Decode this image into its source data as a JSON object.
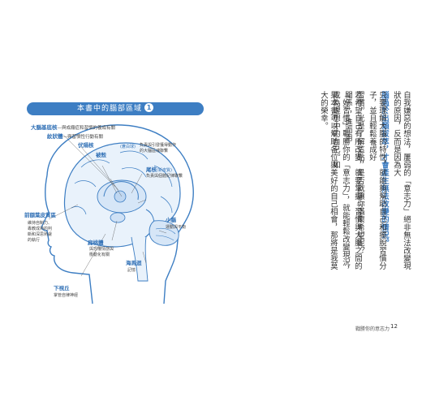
{
  "banner": {
    "title": "本書中的腦部區域",
    "number": "1"
  },
  "labels": {
    "basal_ganglia": "大腦基底核",
    "basal_ganglia_desc": "與成癮症和習慣的養成有關",
    "striatum": "紋狀體",
    "striatum_desc": "與習慣性行動有關",
    "globus": "伏隔核",
    "caudate": "被殼",
    "reward_bracket": "(蒼白球)",
    "reward_desc": "負責與引發獲得動作的大腦區塊聯繫",
    "cortex": "尾核",
    "cortex_bracket": "(新皮質)",
    "cortex_desc": "負責與個體紀律聯繫",
    "prefrontal": "前額葉皮質區",
    "prefrontal_desc": "維持自制力、專教成熟的判斷和深思熟慮的執行",
    "amygdala": "扁桃體",
    "amygdala_desc": "與恐懼情感與衝動化有關",
    "cerebellum": "小腦",
    "cerebellum_desc": "運動與平衡",
    "hippocampus": "海馬迴",
    "hippocampus_desc": "記憶",
    "hypothalamus": "下視丘",
    "hypothalamus_desc": "掌管自律神經"
  },
  "text_columns": [
    {
      "text": "自我嫌惡的想法，屢弱的「意志力」絕非無法改變現狀的原因，反而是因為大",
      "highlight": false
    },
    {
      "text": "腦過於出類拔萃，才會產生無法改變的情況。",
      "highlight": true
    },
    {
      "text": "只要理解大腦的特性，就能夠幫助自己和擺脫習慣分子，並且輕鬆養成好",
      "highlight": false
    },
    {
      "text": "習慣。光是了解這點，是否就讓你滿懷希望呢？",
      "highlight": false
    },
    {
      "text": "若希望自己有所改變，就要掌握「習慣與大腦之間的關係」，進而用",
      "highlight": false
    },
    {
      "text": "「好習慣」戰勝你的「意志力」，就能輕鬆改變現況，成為理想中的自己。如",
      "highlight": false
    },
    {
      "text": "果本書可以幫助各位與美好的自己相會，那將是我莫大的榮幸。",
      "highlight": false
    }
  ],
  "footer": {
    "running_title": "戰勝你的意志力",
    "page_number": "12"
  }
}
